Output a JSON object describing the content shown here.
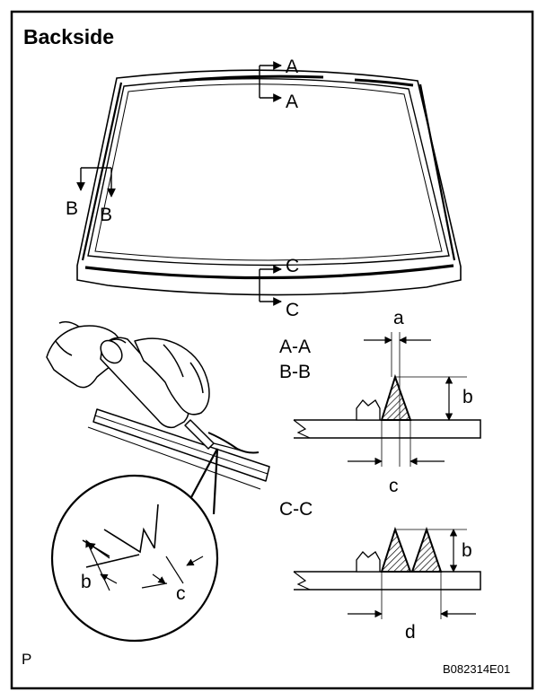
{
  "title": "Backside",
  "section_labels": {
    "windshield": {
      "a_top": "A",
      "a_bottom": "A",
      "b_left": "B",
      "b_right": "B",
      "c_top": "C",
      "c_bottom": "C"
    },
    "section_aa": "A-A",
    "section_bb": "B-B",
    "section_cc": "C-C"
  },
  "dimensions": {
    "a": "a",
    "b_aa": "b",
    "c_aa": "c",
    "b_cc": "b",
    "d_cc": "d",
    "b_detail": "b",
    "c_detail": "c"
  },
  "footer": {
    "corner_letter": "P",
    "figure_code": "B082314E01"
  }
}
